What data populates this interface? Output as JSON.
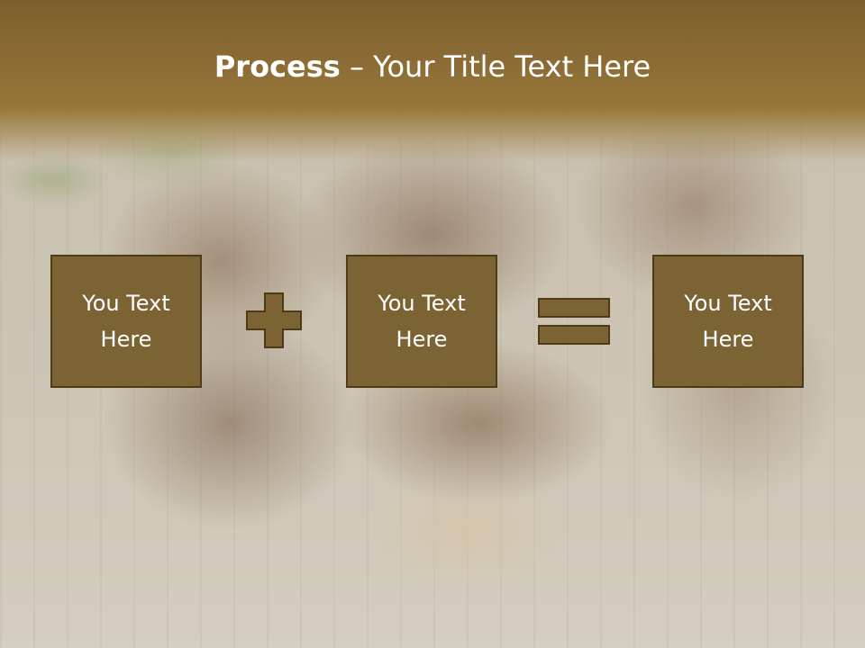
{
  "slide": {
    "title_bold": "Process",
    "title_rest": " – Your Title Text Here",
    "boxes": [
      {
        "text": "You Text Here"
      },
      {
        "text": "You Text Here"
      },
      {
        "text": "You Text Here"
      }
    ],
    "operators": [
      "plus-icon",
      "equals-icon"
    ]
  },
  "colors": {
    "header": "#8a6a34",
    "box_fill": "#7b6334",
    "box_border": "#4d3b17",
    "text": "#ffffff"
  }
}
